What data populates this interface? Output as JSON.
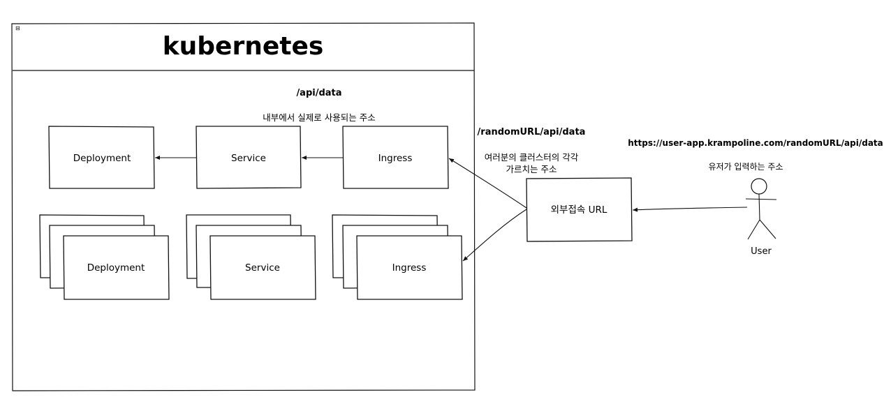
{
  "frame": {
    "title": "kubernetes",
    "collapse_glyph": "⊟"
  },
  "annotations": {
    "internal_path": "/api/data",
    "internal_desc": "내부에서 실제로 사용되는 주소",
    "cluster_path": "/randomURL/api/data",
    "cluster_desc_line1": "여러분의 클러스터의 각각",
    "cluster_desc_line2": "가르치는 주소",
    "user_url": "https://user-app.krampoline.com/randomURL/api/data",
    "user_desc": "유저가 입력하는 주소"
  },
  "nodes": {
    "deployment_single": "Deployment",
    "service_single": "Service",
    "ingress_single": "Ingress",
    "deployment_stack": "Deployment",
    "service_stack": "Service",
    "ingress_stack": "Ingress",
    "external_url": "외부접속 URL",
    "user": "User"
  },
  "edges": [
    {
      "from": "ingress_single",
      "to": "service_single"
    },
    {
      "from": "service_single",
      "to": "deployment_single"
    },
    {
      "from": "external_url",
      "to": "ingress_single"
    },
    {
      "from": "external_url",
      "to": "ingress_stack"
    },
    {
      "from": "user",
      "to": "external_url"
    }
  ]
}
